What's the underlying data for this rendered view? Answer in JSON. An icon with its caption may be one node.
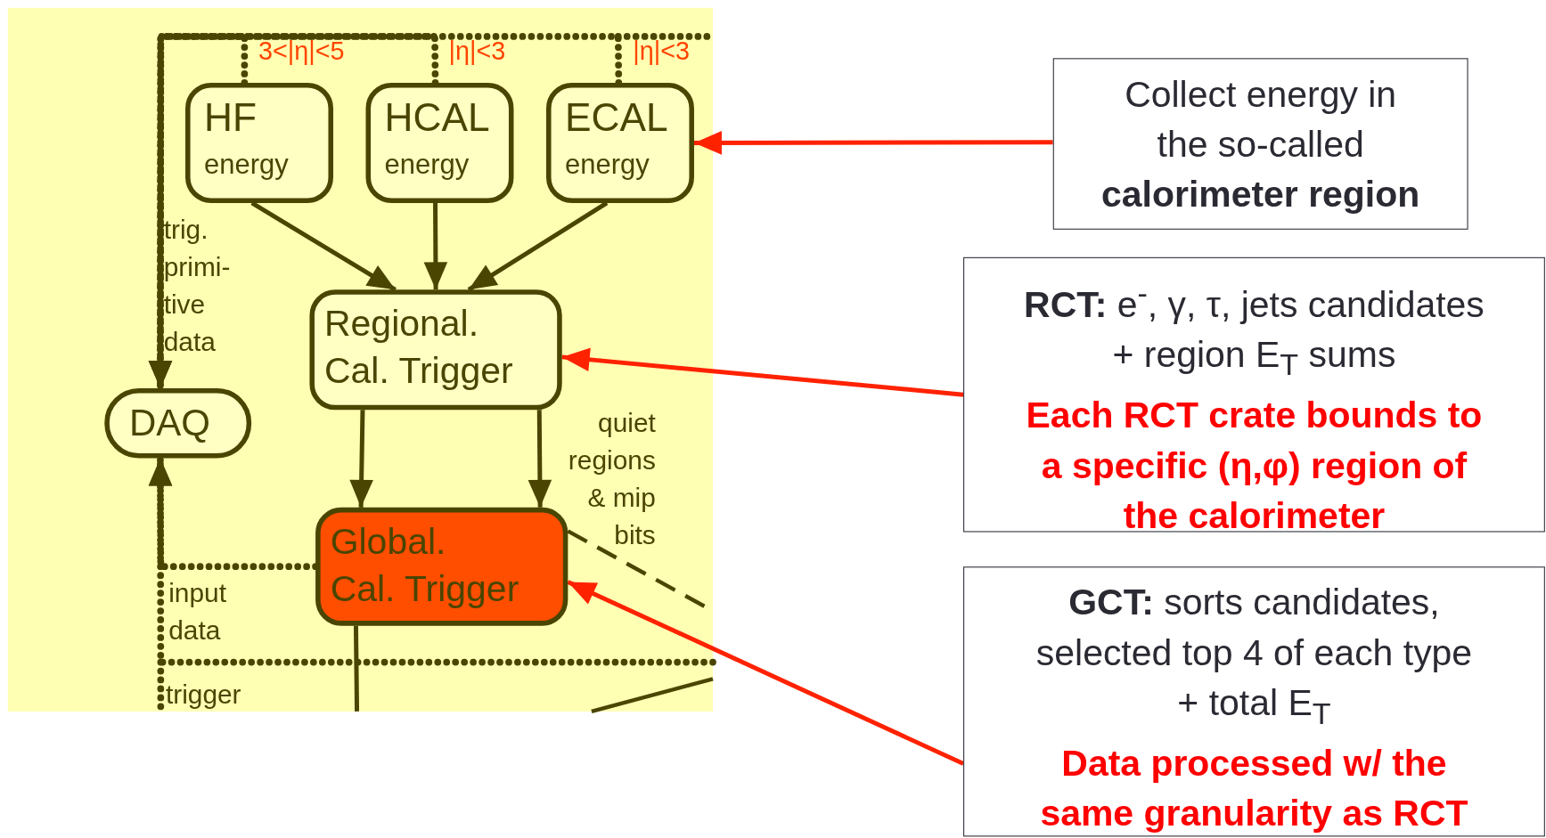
{
  "diagram": {
    "nodes": [
      {
        "text": [
          "HF",
          "energy"
        ]
      },
      {
        "text": [
          "HCAL",
          "energy"
        ]
      },
      {
        "text": [
          "ECAL",
          "energy"
        ]
      },
      {
        "text": [
          "Regional. Cal. Trigger"
        ]
      },
      {
        "text": [
          "DAQ"
        ]
      },
      {
        "text": [
          "Global. Cal. Trigger"
        ]
      },
      {
        "text": [
          "Collect energy in the so-called **calorimeter region**"
        ]
      },
      {
        "text": [
          "**RCT:** e$^{-}$, γ, τ, jets candidates + region E$_{T}$ sums",
          "Each RCT crate bounds to a specific (η,φ) region of the calorimeter"
        ]
      },
      {
        "text": [
          "**GCT:** sorts candidates, selected top 4 of each type + total E$_{T}$",
          "Data processed w/ the same granularity as RCT"
        ]
      }
    ],
    "edges": [
      {
        "from": 0,
        "to": 4,
        "arrow": "to",
        "label": "3<|η|<5",
        "style": "dashed"
      },
      {
        "from": 1,
        "to": 4,
        "arrow": "to",
        "label": "|η|<3",
        "style": "dashed"
      },
      {
        "from": 2,
        "to": 4,
        "arrow": "to",
        "label": "|η|<3",
        "style": "dashed"
      },
      {
        "from": 0,
        "to": 3,
        "arrow": "to"
      },
      {
        "from": 1,
        "to": 3,
        "arrow": "to"
      },
      {
        "from": 2,
        "to": 3,
        "arrow": "to"
      },
      {
        "from": 3,
        "to": 5,
        "arrow": "to"
      },
      {
        "from": 3,
        "to": 5,
        "arrow": "to",
        "label": "quiet regions & mip bits"
      },
      {
        "from": 5,
        "to": 4,
        "arrow": "to",
        "label": "input data",
        "style": "dashed"
      },
      {
        "from": null,
        "to": 4,
        "arrow": "to",
        "label": "trigger",
        "style": "dashed"
      },
      {
        "from": 5,
        "to": null,
        "arrow": "none"
      },
      {
        "from": 5,
        "to": null,
        "arrow": "none",
        "style": "dashed"
      },
      {
        "from": 6,
        "to": 2,
        "arrow": "to",
        "color": "#ff2200"
      },
      {
        "from": 7,
        "to": 3,
        "arrow": "to",
        "color": "#ff2200"
      },
      {
        "from": 8,
        "to": 5,
        "arrow": "to",
        "color": "#ff2200"
      }
    ],
    "labels": [
      "trig. primi- tive data"
    ]
  }
}
